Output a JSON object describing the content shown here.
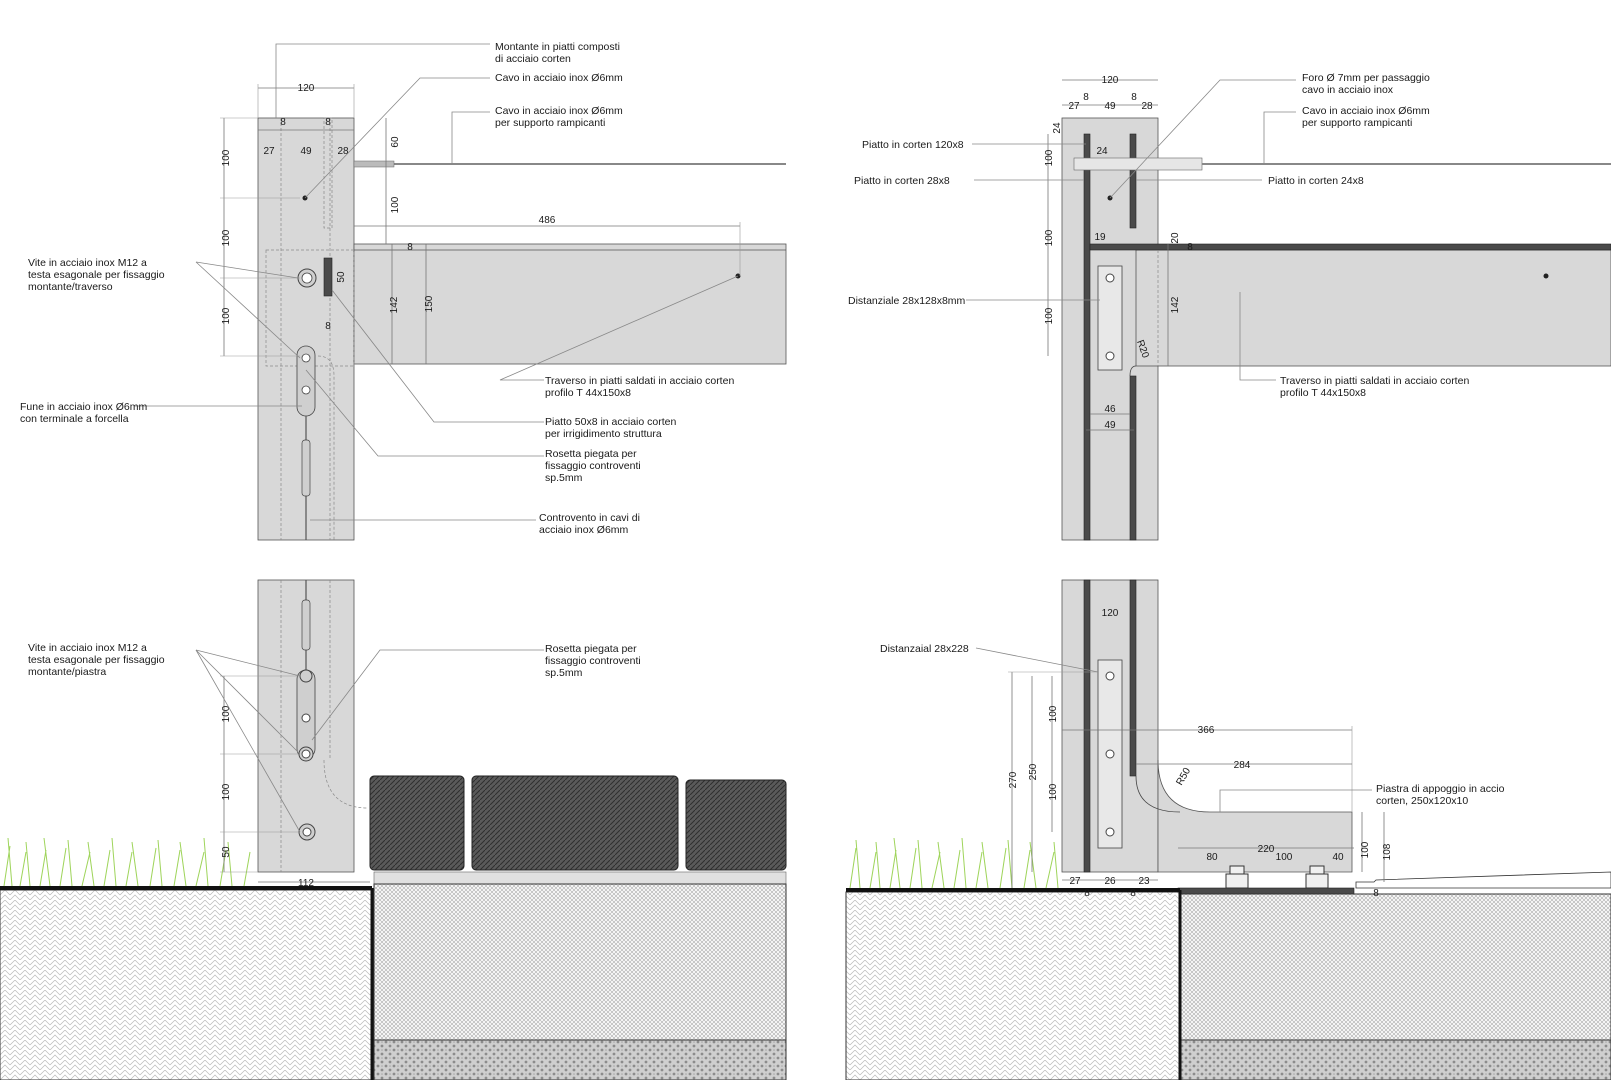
{
  "left_top": {
    "annotations": [
      "Montante in piatti composti",
      "di acciaio corten",
      "Cavo in acciaio inox Ø6mm",
      "Cavo in acciaio inox Ø6mm",
      "per supporto rampicanti",
      "Vite in acciaio inox M12 a",
      "testa esagonale per fissaggio",
      "montante/traverso",
      "Fune in acciaio inox Ø6mm",
      "con terminale a forcella",
      "Traverso in piatti saldati in acciaio corten",
      "profilo T 44x150x8",
      "Piatto 50x8 in acciaio corten",
      "per irrigidimento struttura",
      "Rosetta piegata per",
      "fissaggio controventi",
      "sp.5mm",
      "Controvento in cavi di",
      "acciaio inox Ø6mm"
    ],
    "dims": [
      "120",
      "8",
      "8",
      "27",
      "49",
      "28",
      "100",
      "100",
      "100",
      "60",
      "100",
      "486",
      "8",
      "50",
      "142",
      "150",
      "8"
    ]
  },
  "right_top": {
    "annotations": [
      "Foro Ø 7mm per passaggio",
      "cavo in acciaio inox",
      "Cavo in acciaio inox Ø6mm",
      "per supporto rampicanti",
      "Piatto in corten 120x8",
      "Piatto in corten 28x8",
      "Piatto in corten 24x8",
      "Distanziale 28x128x8mm",
      "Traverso in piatti saldati in acciaio corten",
      "profilo T 44x150x8"
    ],
    "dims": [
      "120",
      "8",
      "8",
      "27",
      "49",
      "28",
      "24",
      "24",
      "100",
      "100",
      "100",
      "19",
      "20",
      "8",
      "142",
      "R20",
      "46",
      "49"
    ]
  },
  "left_bottom": {
    "annotations": [
      "Vite in acciaio inox M12 a",
      "testa esagonale per fissaggio",
      "montante/piastra",
      "Rosetta piegata per",
      "fissaggio controventi",
      "sp.5mm"
    ],
    "dims": [
      "100",
      "100",
      "50",
      "112"
    ]
  },
  "right_bottom": {
    "annotations": [
      "Distanzaial 28x228",
      "Piastra di appoggio  in accio",
      "corten, 250x120x10"
    ],
    "dims": [
      "120",
      "366",
      "284",
      "R50",
      "270",
      "250",
      "100",
      "100",
      "220",
      "80",
      "100",
      "40",
      "100",
      "108",
      "27",
      "26",
      "23",
      "8",
      "8",
      "8"
    ]
  },
  "colors": {
    "steel": "#d8d8d8",
    "plate": "#4a4a4a",
    "grass": "#9ed45a",
    "line": "#777777"
  }
}
